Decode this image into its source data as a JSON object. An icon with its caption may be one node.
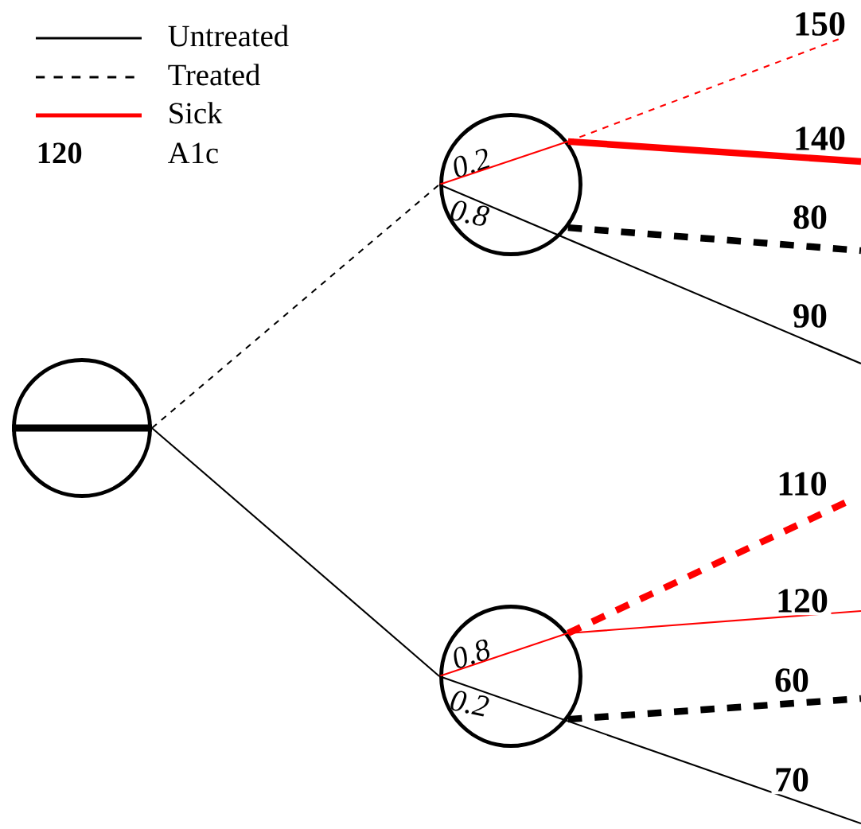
{
  "diagram": {
    "nodes": [
      {
        "text": [],
        "shape": "circle"
      },
      {
        "text": [
          "0.2",
          "0.8"
        ]
      },
      {
        "text": [
          "0.8",
          "0.2"
        ]
      }
    ],
    "edges": [
      {
        "from": 0,
        "to": 1,
        "arrow": "none",
        "style": "dashed"
      },
      {
        "from": 0,
        "to": 2,
        "arrow": "none"
      },
      {
        "from": 1,
        "to": null,
        "arrow": "none",
        "label": "150",
        "style": "dashed",
        "color": "#ff0000"
      },
      {
        "from": 1,
        "to": null,
        "arrow": "none",
        "label": "140",
        "style": "thick",
        "color": "#ff0000"
      },
      {
        "from": 1,
        "to": null,
        "arrow": "none",
        "label": "80",
        "style": "dashed"
      },
      {
        "from": 1,
        "to": null,
        "arrow": "none",
        "label": "90"
      },
      {
        "from": 2,
        "to": null,
        "arrow": "none",
        "label": "110",
        "style": "dashed",
        "color": "#ff0000"
      },
      {
        "from": 2,
        "to": null,
        "arrow": "none",
        "label": "120",
        "color": "#ff0000"
      },
      {
        "from": 2,
        "to": null,
        "arrow": "none",
        "label": "60",
        "style": "dashed"
      },
      {
        "from": 2,
        "to": null,
        "arrow": "none",
        "label": "70"
      }
    ],
    "labels": [
      "120"
    ],
    "legend": [
      {
        "text": "Untreated"
      },
      {
        "text": "Treated"
      },
      {
        "text": "Sick"
      },
      {
        "text": "A1c"
      }
    ]
  }
}
